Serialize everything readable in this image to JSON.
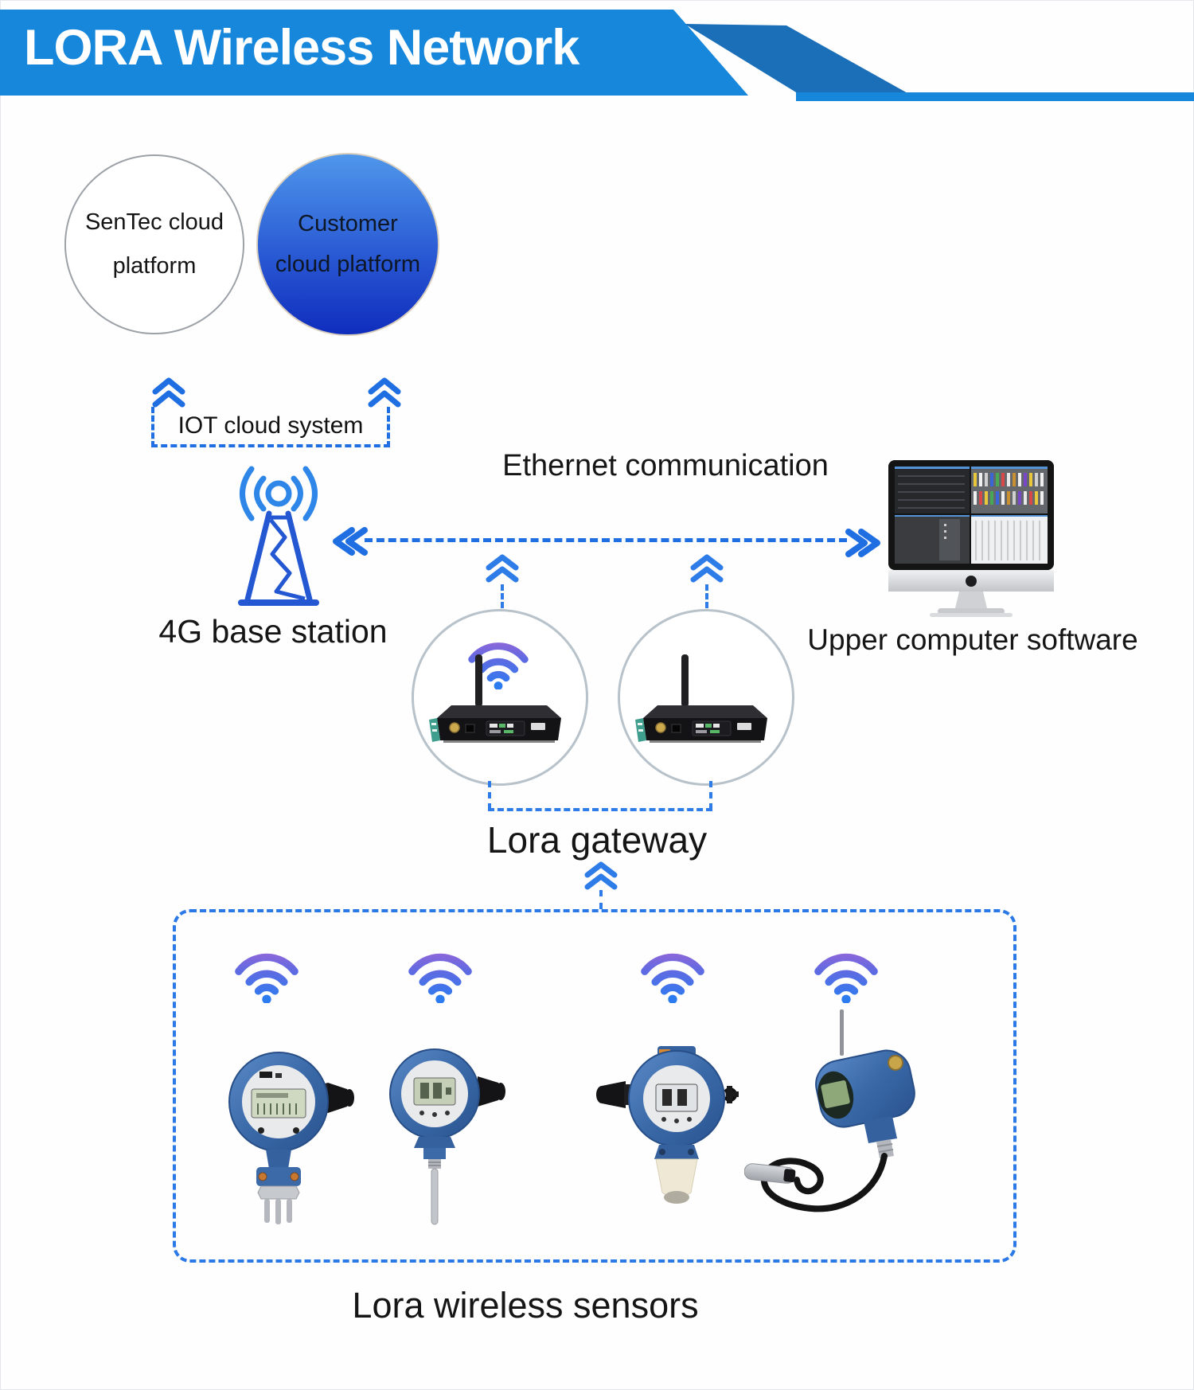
{
  "banner": {
    "title": "LORA Wireless Network"
  },
  "clouds": {
    "sentec_line1": "SenTec cloud",
    "sentec_line2": "platform",
    "customer_line1": "Customer",
    "customer_line2": "cloud platform",
    "iot_label": "IOT cloud system"
  },
  "middle": {
    "base_station_label": "4G base station",
    "ethernet_label": "Ethernet communication",
    "upper_computer_label": "Upper computer software",
    "gateway_label": "Lora gateway"
  },
  "bottom": {
    "sensors_label": "Lora wireless sensors"
  },
  "colors": {
    "banner_blue": "#1787db",
    "banner_fold_blue": "#1a6fb8",
    "arrow_blue": "#1f6fe2",
    "dashed_box_blue": "#2b79e6",
    "tower_blue": "#2457d2",
    "radio_wave_blue": "#2d86e8",
    "customer_gradient_top": "#4f97eb",
    "customer_gradient_bottom": "#0f2dbd",
    "wifi_gradient_top": "#9c66d6",
    "wifi_gradient_bottom": "#2d7bf0",
    "device_blue": "#3a69a8",
    "gateway_circle_border": "#b7c2ca"
  },
  "icons": {
    "up-arrow-icon": "double-chevron-up",
    "left-double-chevron-icon": "double-chevron-left",
    "right-double-chevron-icon": "double-chevron-right",
    "base-station-icon": "radio-lattice-tower",
    "wifi-icon": "wifi-arcs-gradient",
    "monitor-icon": "desktop-computer-four-panel-screen",
    "gateway-device-icon": "black-router-with-antenna",
    "sensor-1-icon": "pressure-transmitter",
    "sensor-2-icon": "temperature-transmitter-with-probe",
    "sensor-3-icon": "ultrasonic-level-transmitter",
    "sensor-4-icon": "submersible-level-transmitter-with-cable"
  }
}
